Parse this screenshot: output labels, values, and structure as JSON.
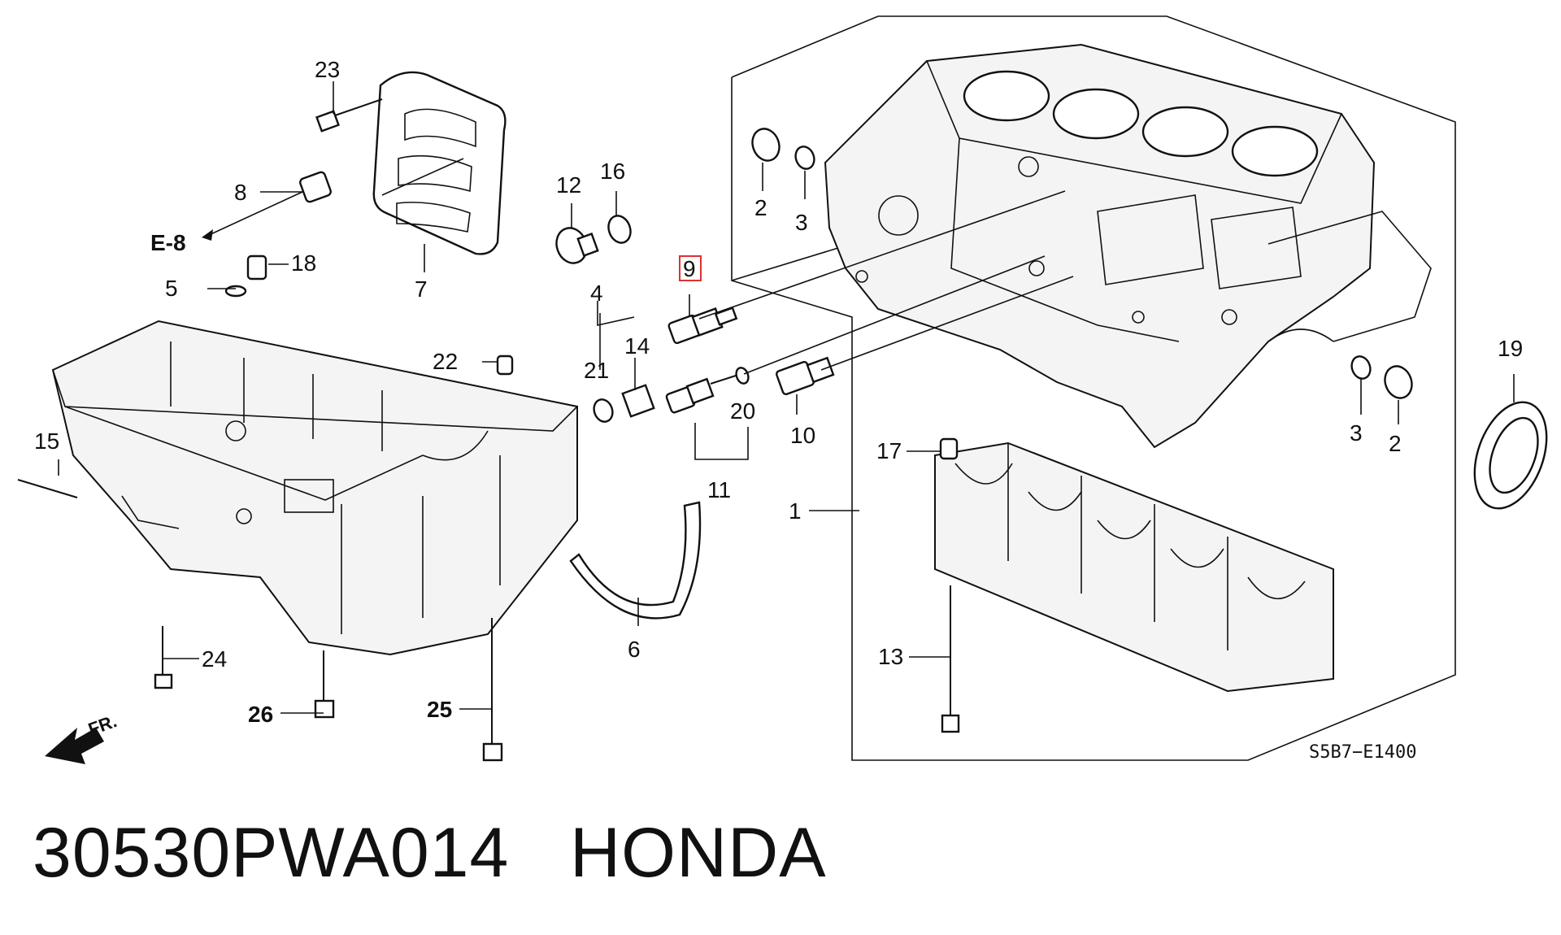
{
  "diagram_code": "S5B7−E1400",
  "reference": "E-8",
  "direction_label": "FR.",
  "footer": {
    "part_number": "30530PWA014",
    "brand": "HONDA"
  },
  "callouts": {
    "c1": "1",
    "c2a": "2",
    "c2b": "2",
    "c3a": "3",
    "c3b": "3",
    "c4": "4",
    "c5": "5",
    "c6": "6",
    "c7": "7",
    "c8": "8",
    "c9": "9",
    "c10": "10",
    "c11": "11",
    "c12": "12",
    "c13": "13",
    "c14": "14",
    "c15": "15",
    "c16": "16",
    "c17": "17",
    "c18": "18",
    "c19": "19",
    "c20": "20",
    "c21": "21",
    "c22": "22",
    "c23": "23",
    "c24": "24",
    "c25": "25",
    "c26": "26"
  },
  "highlight_color": "#e03030"
}
